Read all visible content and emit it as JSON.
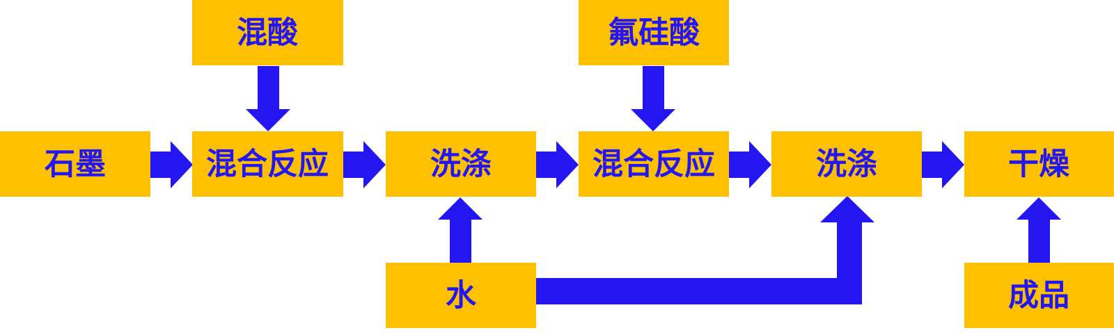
{
  "colors": {
    "box_fill": "#FFC000",
    "text": "#2416F0",
    "arrow": "#2416F0"
  },
  "nodes": {
    "graphite": "石墨",
    "mixed_acid": "混酸",
    "reaction1": "混合反应",
    "wash1": "洗涤",
    "fluorosilicic_acid": "氟硅酸",
    "reaction2": "混合反应",
    "wash2": "洗涤",
    "dry": "干燥",
    "water": "水",
    "product": "成品"
  },
  "edges": [
    [
      "graphite",
      "reaction1"
    ],
    [
      "mixed_acid",
      "reaction1"
    ],
    [
      "reaction1",
      "wash1"
    ],
    [
      "wash1",
      "reaction2"
    ],
    [
      "fluorosilicic_acid",
      "reaction2"
    ],
    [
      "reaction2",
      "wash2"
    ],
    [
      "wash2",
      "dry"
    ],
    [
      "water",
      "wash1"
    ],
    [
      "water",
      "wash2"
    ],
    [
      "product",
      "dry"
    ]
  ]
}
